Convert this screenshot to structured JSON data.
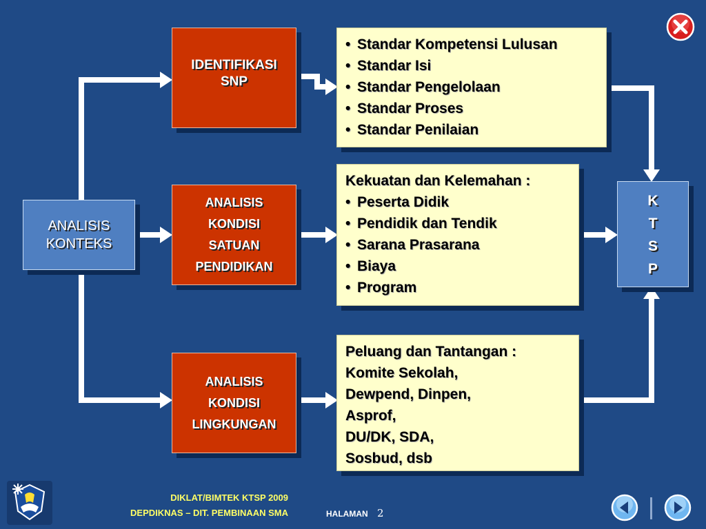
{
  "boxes": {
    "analisis_konteks": [
      "ANALISIS",
      "KONTEKS"
    ],
    "identifikasi_snp": [
      "IDENTIFIKASI",
      "SNP"
    ],
    "analisis_satuan": [
      "ANALISIS",
      "KONDISI",
      "SATUAN",
      "PENDIDIKAN"
    ],
    "analisis_lingkungan": [
      "ANALISIS",
      "KONDISI",
      "LINGKUNGAN"
    ],
    "ktsp": [
      "K",
      "T",
      "S",
      "P"
    ]
  },
  "panels": {
    "snp_list": {
      "items": [
        "Standar Kompetensi Lulusan",
        "Standar Isi",
        "Standar Pengelolaan",
        "Standar Proses",
        "Standar Penilaian"
      ]
    },
    "kekuatan": {
      "heading": "Kekuatan dan Kelemahan :",
      "items": [
        "Peserta Didik",
        "Pendidik dan Tendik",
        "Sarana Prasarana",
        "Biaya",
        "Program"
      ]
    },
    "peluang": {
      "lines": [
        "Peluang dan Tantangan :",
        "Komite Sekolah,",
        "Dewpend, Dinpen,",
        "Asprof,",
        "DU/DK, SDA,",
        "Sosbud, dsb"
      ]
    }
  },
  "footer": {
    "line1": "DIKLAT/BIMTEK KTSP 2009",
    "line2": "DEPDIKNAS – DIT. PEMBINAAN SMA",
    "halaman_label": "HALAMAN",
    "page_number": "2"
  },
  "icons": {
    "close": "close-icon",
    "prev": "arrow-left-icon",
    "next": "arrow-right-icon",
    "logo": "ministry-logo-icon"
  },
  "colors": {
    "background": "#1f4a86",
    "red_box": "#cc3300",
    "blue_box": "#4f7fc1",
    "yellow_panel": "#ffffcc",
    "footer_text": "#ffff66"
  }
}
